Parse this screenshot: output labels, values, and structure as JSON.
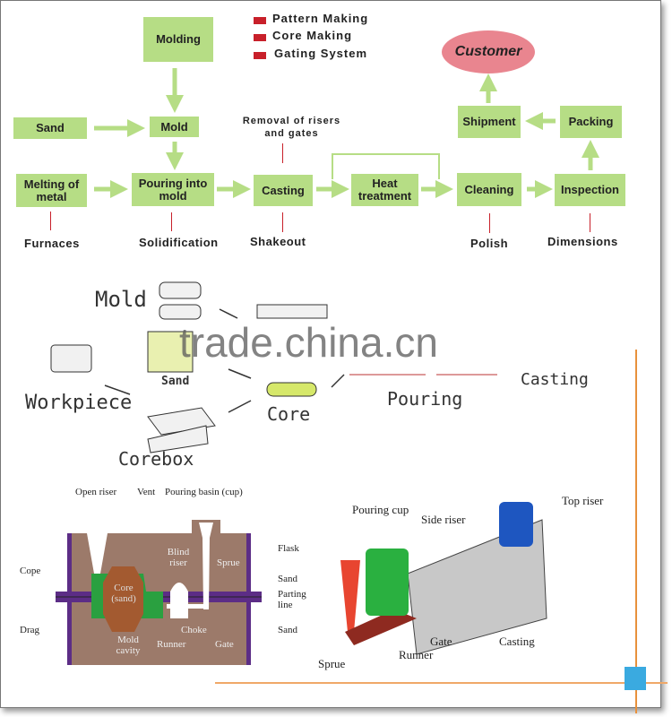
{
  "flowchart": {
    "legend": [
      "Pattern Making",
      "Core Making",
      "Gating System"
    ],
    "boxes": {
      "molding": "Molding",
      "sand": "Sand",
      "mold": "Mold",
      "melting": "Melting of metal",
      "pouring": "Pouring into mold",
      "casting": "Casting",
      "heat": "Heat treatment",
      "cleaning": "Cleaning",
      "inspection": "Inspection",
      "packing": "Packing",
      "shipment": "Shipment"
    },
    "customer": "Customer",
    "notes": {
      "removal": "Removal of risers and gates",
      "furnaces": "Furnaces",
      "solidification": "Solidification",
      "shakeout": "Shakeout",
      "polish": "Polish",
      "dimensions": "Dimensions"
    },
    "colors": {
      "box": "#b6dd85",
      "arrow": "#b6dd85",
      "legend": "#c8202a",
      "customer": "#e9858f"
    }
  },
  "illustration": {
    "mold": "Mold",
    "sand": "Sand",
    "workpiece": "Workpiece",
    "core": "Core",
    "corebox": "Corebox",
    "pouring": "Pouring",
    "casting": "Casting"
  },
  "watermark": "trade.china.cn",
  "mold_section": {
    "open_riser": "Open riser",
    "vent": "Vent",
    "pouring_basin": "Pouring basin (cup)",
    "flask": "Flask",
    "cope": "Cope",
    "blind_riser": "Blind riser",
    "sprue": "Sprue",
    "sand_top": "Sand",
    "core": "Core (sand)",
    "parting_line": "Parting line",
    "drag": "Drag",
    "choke": "Choke",
    "sand_bottom": "Sand",
    "mold_cavity": "Mold cavity",
    "runner": "Runner",
    "gate": "Gate"
  },
  "gating_3d": {
    "pouring_cup": "Pouring cup",
    "side_riser": "Side riser",
    "top_riser": "Top riser",
    "sprue": "Sprue",
    "runner": "Runner",
    "gate": "Gate",
    "casting": "Casting"
  }
}
